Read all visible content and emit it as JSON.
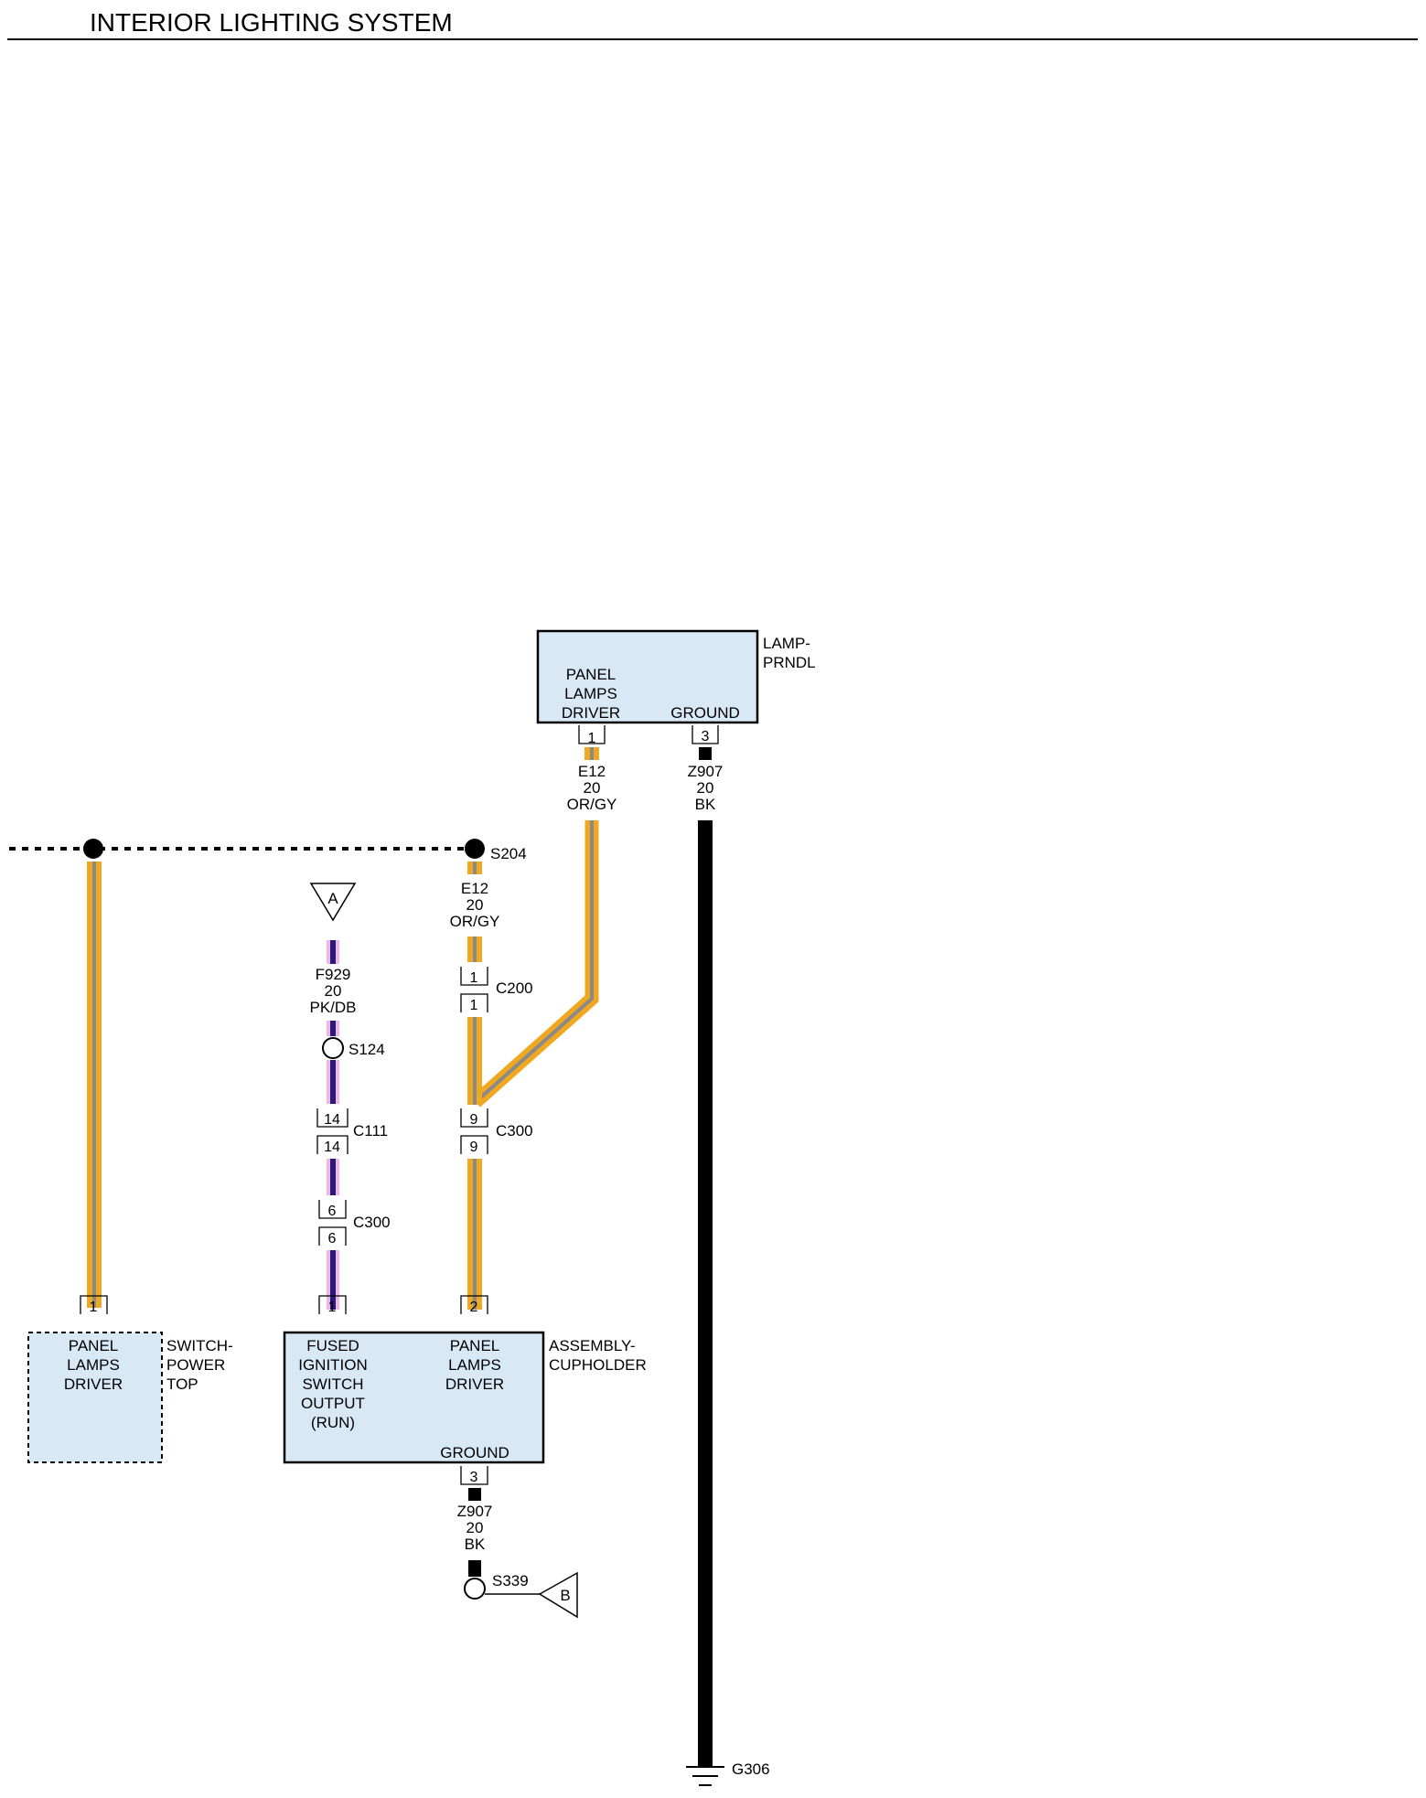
{
  "page": {
    "title": "INTERIOR LIGHTING SYSTEM"
  },
  "colors": {
    "module_fill": "#d9e8f5",
    "wire_orange": "#f0a820",
    "wire_gray": "#8a8a8a",
    "wire_pink": "#f0b8e0",
    "wire_darkblue": "#2a1a80",
    "wire_black": "#000000"
  },
  "components": {
    "lamp_prndl": {
      "name_line1": "LAMP-",
      "name_line2": "PRNDL",
      "pin1_label": [
        "PANEL",
        "LAMPS",
        "DRIVER"
      ],
      "pin3_label": "GROUND",
      "pin1": "1",
      "pin3": "3"
    },
    "switch_power_top": {
      "name_line1": "SWITCH-",
      "name_line2": "POWER",
      "name_line3": "TOP",
      "pin1_label": [
        "PANEL",
        "LAMPS",
        "DRIVER"
      ],
      "pin1": "1"
    },
    "assembly_cupholder": {
      "name_line1": "ASSEMBLY-",
      "name_line2": "CUPHOLDER",
      "pin1_label": [
        "FUSED",
        "IGNITION",
        "SWITCH",
        "OUTPUT",
        "(RUN)"
      ],
      "pin2_label": [
        "PANEL",
        "LAMPS",
        "DRIVER"
      ],
      "pin3_label": "GROUND",
      "pin1": "1",
      "pin2": "2",
      "pin3": "3"
    }
  },
  "wires": {
    "e12_top": {
      "circuit": "E12",
      "gauge": "20",
      "color": "OR/GY"
    },
    "z907_right": {
      "circuit": "Z907",
      "gauge": "20",
      "color": "BK"
    },
    "e12_mid": {
      "circuit": "E12",
      "gauge": "20",
      "color": "OR/GY"
    },
    "f929": {
      "circuit": "F929",
      "gauge": "20",
      "color": "PK/DB"
    },
    "z907_bottom": {
      "circuit": "Z907",
      "gauge": "20",
      "color": "BK"
    }
  },
  "connectors": {
    "c200": {
      "name": "C200",
      "pin_top": "1",
      "pin_bottom": "1"
    },
    "c300_right": {
      "name": "C300",
      "pin_top": "9",
      "pin_bottom": "9"
    },
    "c111": {
      "name": "C111",
      "pin_top": "14",
      "pin_bottom": "14"
    },
    "c300_left": {
      "name": "C300",
      "pin_top": "6",
      "pin_bottom": "6"
    }
  },
  "splices": {
    "s204": "S204",
    "s124": "S124",
    "s339": "S339"
  },
  "references": {
    "a": "A",
    "b": "B"
  },
  "grounds": {
    "g306": "G306"
  }
}
